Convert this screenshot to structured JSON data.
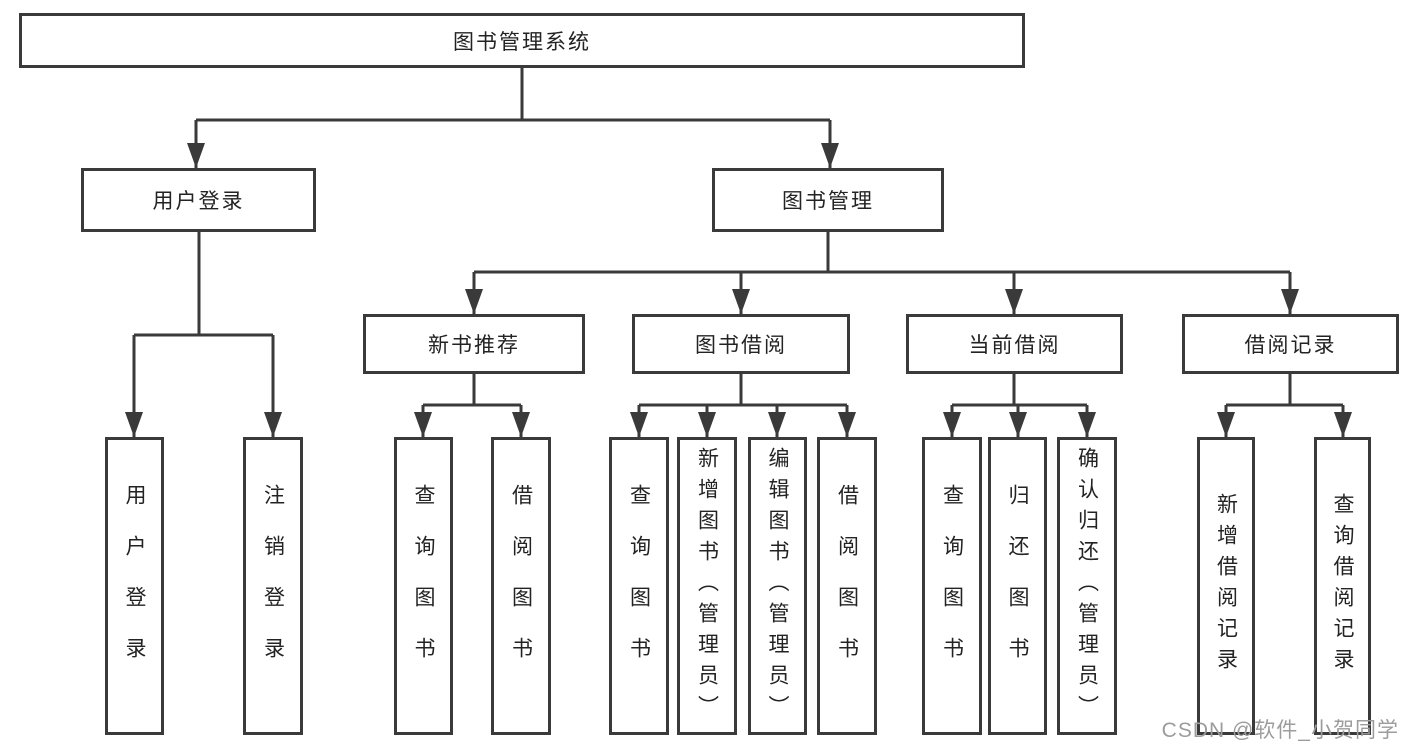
{
  "diagram_type": "hierarchy-tree",
  "colors": {
    "line": "#3a3a3a",
    "box_border": "#3a3a3a",
    "text": "#232323",
    "background": "#ffffff",
    "watermark": "#9c9c9c"
  },
  "tree": {
    "root": {
      "label": "图书管理系统",
      "children": [
        {
          "label": "用户登录",
          "children": [
            {
              "label": "用户登录"
            },
            {
              "label": "注销登录"
            }
          ]
        },
        {
          "label": "图书管理",
          "children": [
            {
              "label": "新书推荐",
              "children": [
                {
                  "label": "查询图书"
                },
                {
                  "label": "借阅图书"
                }
              ]
            },
            {
              "label": "图书借阅",
              "children": [
                {
                  "label": "查询图书"
                },
                {
                  "label": "新增图书（管理员）"
                },
                {
                  "label": "编辑图书（管理员）"
                },
                {
                  "label": "借阅图书"
                }
              ]
            },
            {
              "label": "当前借阅",
              "children": [
                {
                  "label": "查询图书"
                },
                {
                  "label": "归还图书"
                },
                {
                  "label": "确认归还（管理员）"
                }
              ]
            },
            {
              "label": "借阅记录",
              "children": [
                {
                  "label": "新增借阅记录"
                },
                {
                  "label": "查询借阅记录"
                }
              ]
            }
          ]
        }
      ]
    }
  },
  "watermark": {
    "text": "CSDN @软件_小贺同学"
  }
}
